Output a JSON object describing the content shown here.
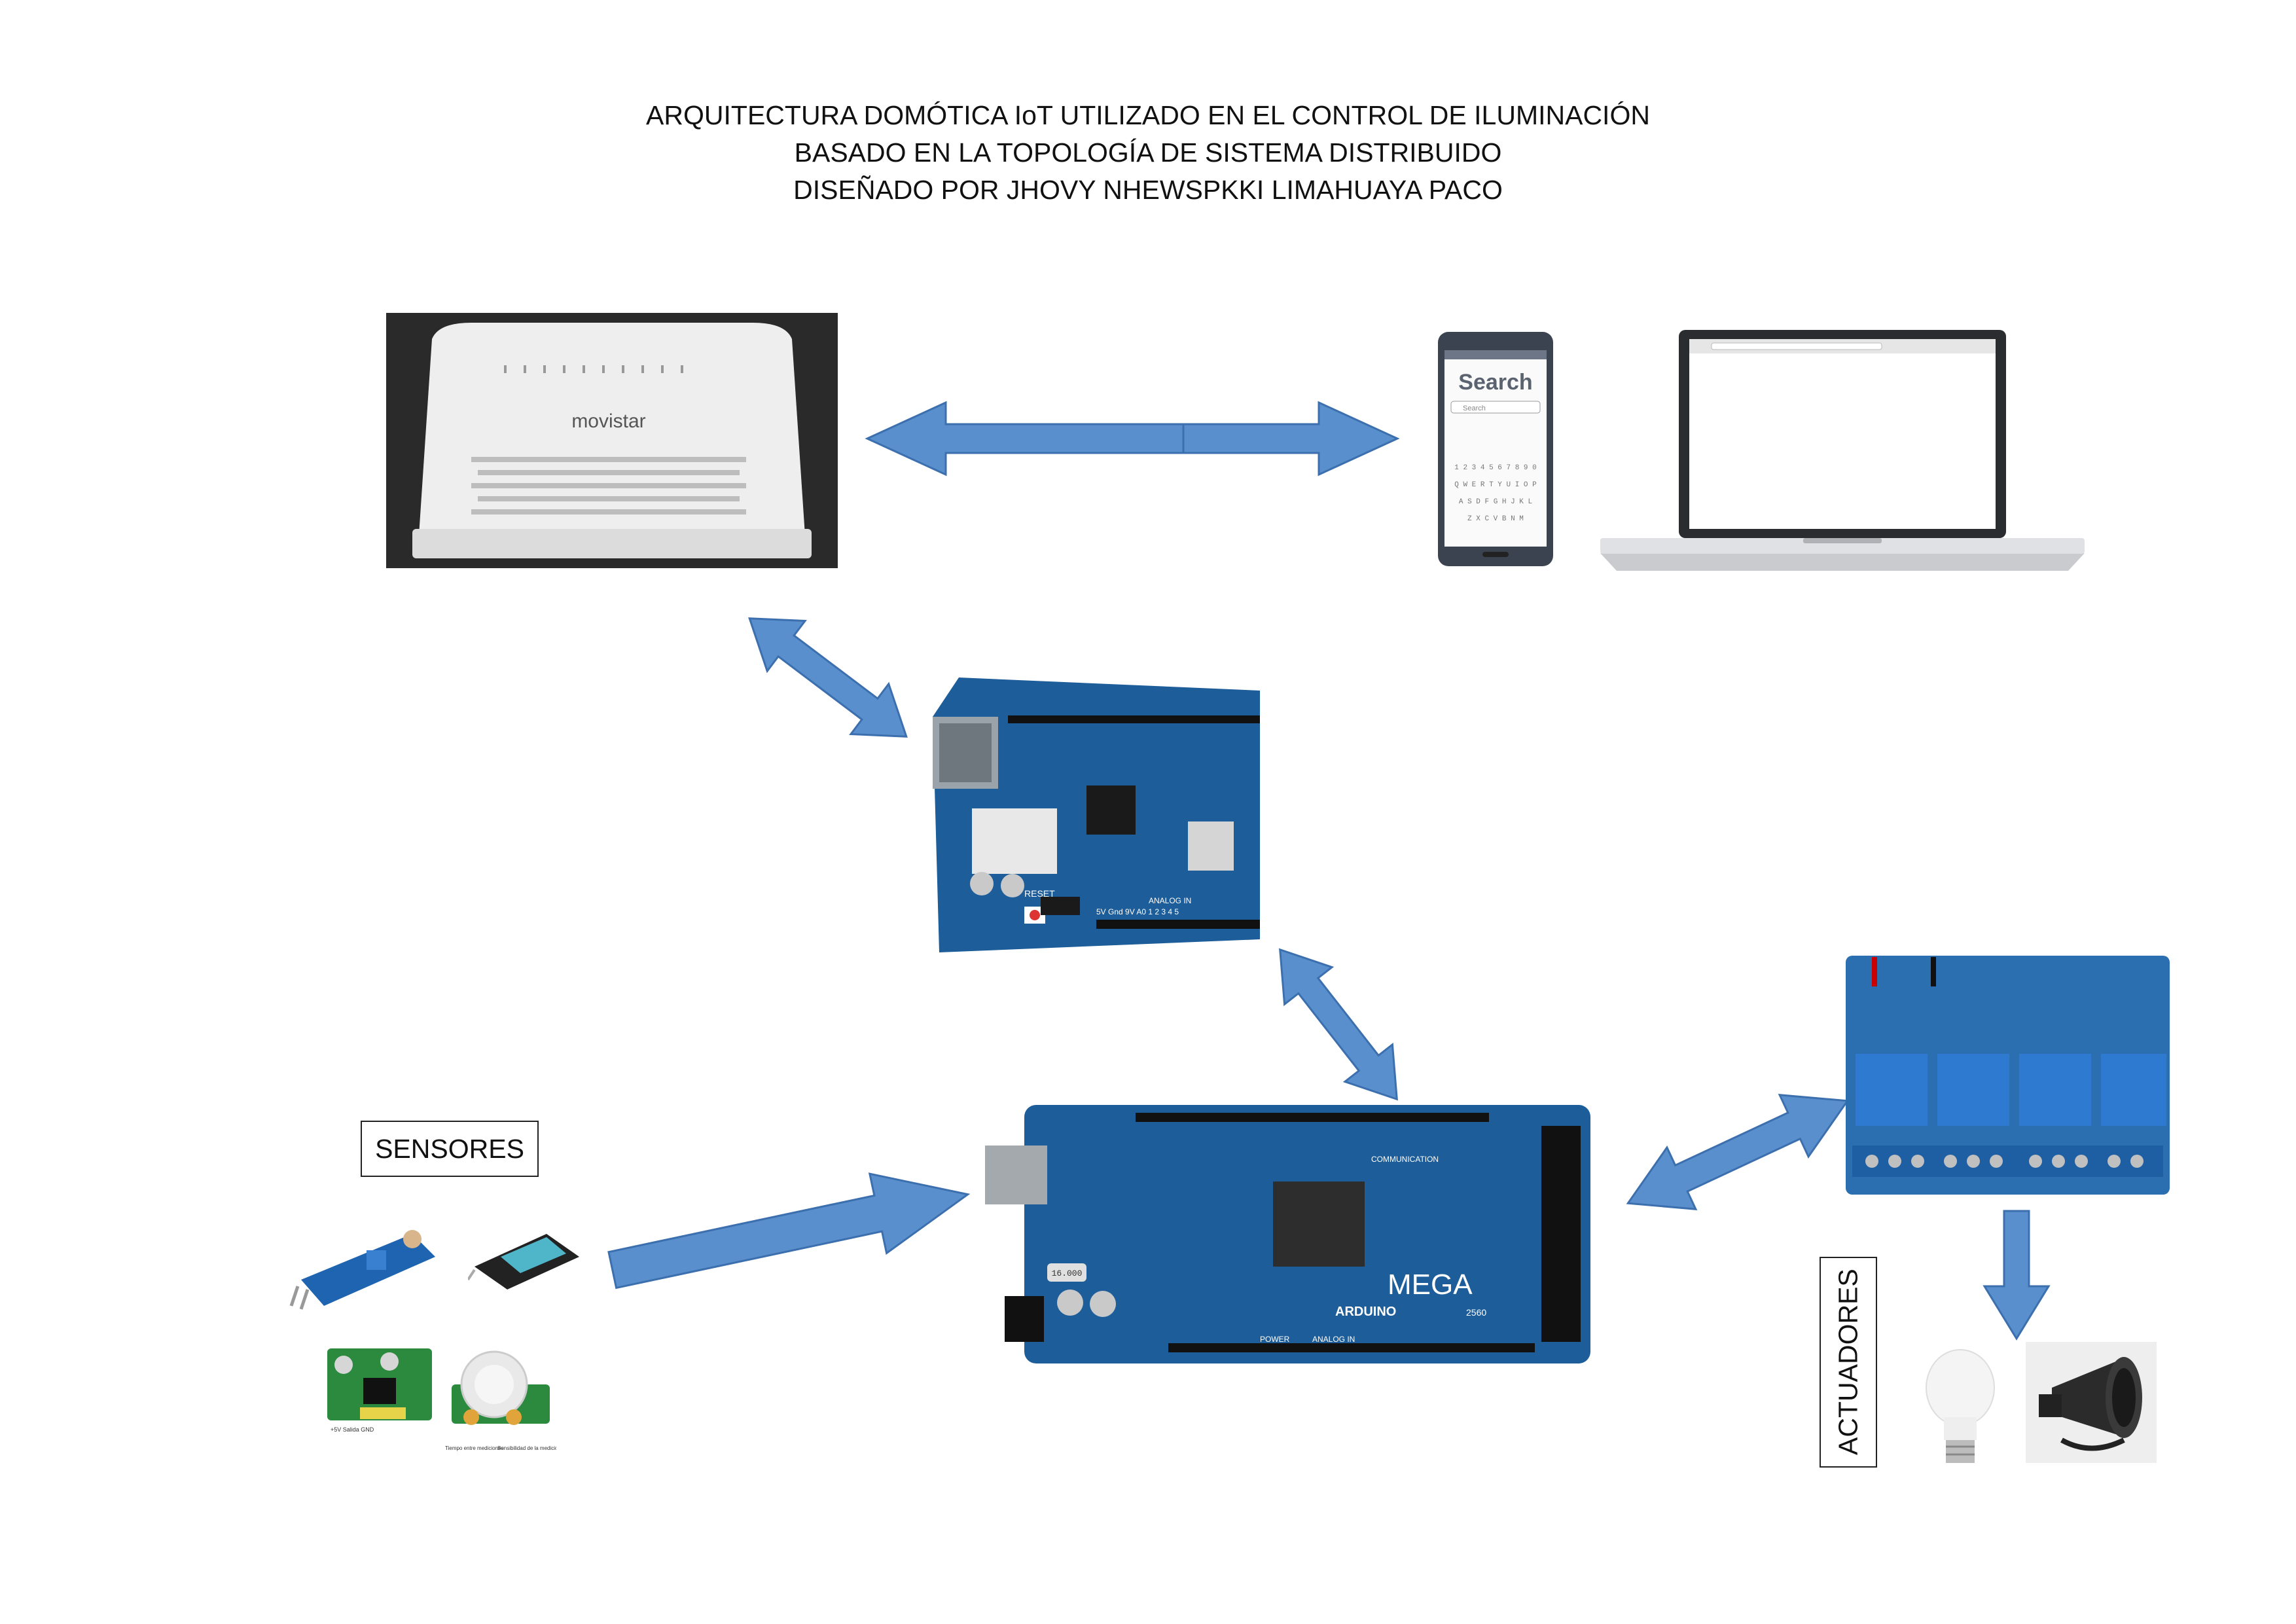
{
  "header": {
    "line1": "ARQUITECTURA DOMÓTICA IoT UTILIZADO EN EL CONTROL DE ILUMINACIÓN",
    "line2": "BASADO EN LA TOPOLOGÍA DE SISTEMA DISTRIBUIDO",
    "line3": "DISEÑADO POR JHOVY NHEWSPKKI LIMAHUAYA PACO"
  },
  "labels": {
    "sensores": "SENSORES",
    "actuadores": "ACTUADORES"
  },
  "router": {
    "brand": "movistar"
  },
  "phone": {
    "search_title": "Search",
    "search_placeholder": "Search",
    "key_rows": [
      "1 2 3 4 5 6 7 8 9 0",
      "Q W E R T Y U I O P",
      "A S D F G H J K L",
      "Z X C V B N M"
    ]
  },
  "ethernet_shield": {
    "reset_label": "RESET",
    "analog_label": "ANALOG IN",
    "pins_label": "5V Gnd 9V A0 1 2 3 4 5"
  },
  "arduino": {
    "brand": "ARDUINO",
    "model": "MEGA",
    "number": "2560",
    "communication_label": "COMMUNICATION",
    "power_label": "POWER",
    "analog_label": "ANALOG IN",
    "crystal_label": "16.000"
  },
  "sensor_captions": {
    "pir_a": "+5V   Salida   GND",
    "pir_b": "Tiempo entre mediciones",
    "pir_c": "Sensibilidad de la medición"
  },
  "colors": {
    "arrow_fill": "#5a8fce",
    "arrow_stroke": "#3c6fae",
    "pcb_blue": "#1d5d99",
    "relay_blue": "#2c6fb0"
  },
  "icons": [
    "router-image",
    "smartphone-image",
    "laptop-image",
    "ethernet-shield-image",
    "arduino-mega-image",
    "relay-module-image",
    "light-sensor-image",
    "dht11-sensor-image",
    "pir-sensor-image",
    "led-bulb-image",
    "siren-image"
  ]
}
